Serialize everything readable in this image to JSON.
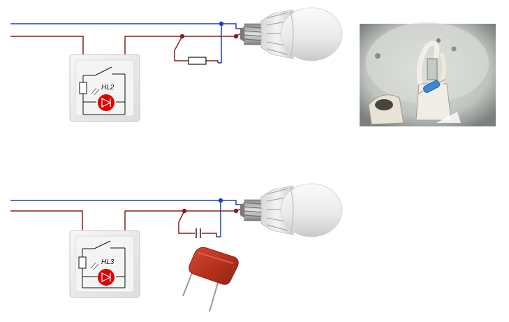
{
  "diagrams": [
    {
      "indicator_label": "HL2",
      "bypass_component": "resistor"
    },
    {
      "indicator_label": "HL3",
      "bypass_component": "capacitor"
    }
  ],
  "colors": {
    "neutral_wire": "#1f3fbf",
    "phase_wire": "#8b1c1c",
    "indicator": "#e00000",
    "switch_plate": "#efefef",
    "capacitor_body": "#b8321e"
  },
  "photo": {
    "subject": "ceiling-lamp-socket-with-resistor-photo"
  },
  "icons": [
    "led-bulb-icon",
    "indicator-led-icon",
    "film-capacitor-icon",
    "resistor-symbol",
    "capacitor-symbol"
  ]
}
